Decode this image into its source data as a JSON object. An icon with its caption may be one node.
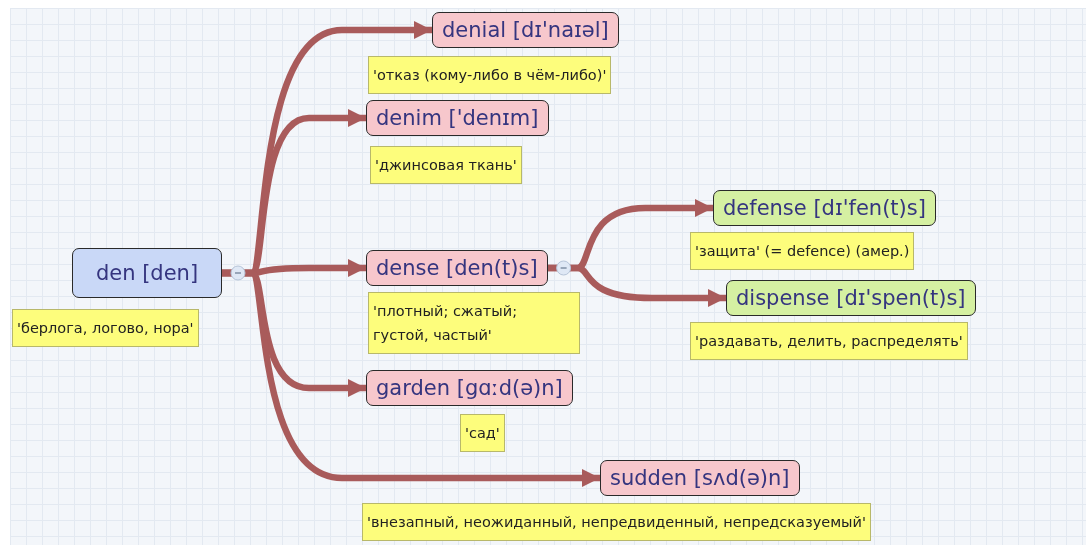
{
  "diagram": {
    "nodes": [
      {
        "text": [
          "den [den]"
        ]
      },
      {
        "text": [
          "'берлога, логово, нора'"
        ]
      },
      {
        "text": [
          "denial [dɪ'naɪəl]"
        ]
      },
      {
        "text": [
          "'отказ (кому-либо в чём-либо)'"
        ]
      },
      {
        "text": [
          "denim ['denɪm]"
        ]
      },
      {
        "text": [
          "'джинсовая ткань'"
        ]
      },
      {
        "text": [
          "dense [den(t)s]"
        ]
      },
      {
        "text": [
          "'плотный; сжатый; густой, частый'"
        ]
      },
      {
        "text": [
          "defense [dɪ'fen(t)s]"
        ]
      },
      {
        "text": [
          "'защита' (= defence) (амер.)"
        ]
      },
      {
        "text": [
          "dispense [dɪ'spen(t)s]"
        ]
      },
      {
        "text": [
          "'раздавать, делить, распределять'"
        ]
      },
      {
        "text": [
          "garden [gɑːd(ə)n]"
        ]
      },
      {
        "text": [
          "'сад'"
        ]
      },
      {
        "text": [
          "sudden [sʌd(ə)n]"
        ]
      },
      {
        "text": [
          "'внезапный, неожиданный, непредвиденный, непредсказуемый'"
        ]
      }
    ],
    "edges": [
      {
        "from": 0,
        "to": 2,
        "arrow": "to"
      },
      {
        "from": 0,
        "to": 4,
        "arrow": "to"
      },
      {
        "from": 0,
        "to": 6,
        "arrow": "to"
      },
      {
        "from": 0,
        "to": 12,
        "arrow": "to"
      },
      {
        "from": 0,
        "to": 14,
        "arrow": "to"
      },
      {
        "from": 6,
        "to": 8,
        "arrow": "to"
      },
      {
        "from": 6,
        "to": 10,
        "arrow": "to"
      }
    ]
  }
}
